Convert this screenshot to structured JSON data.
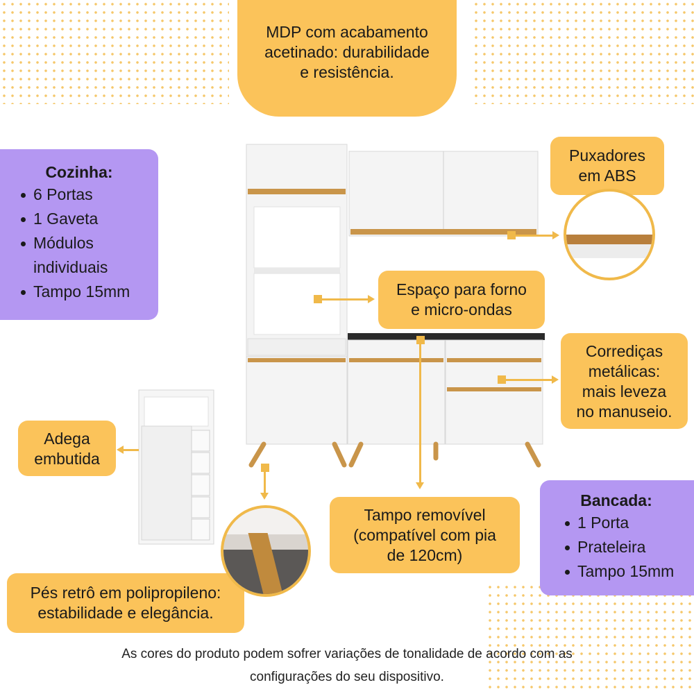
{
  "top_callout": {
    "lines": [
      "MDP com acabamento",
      "acetinado: durabilidade",
      "e resistência."
    ]
  },
  "cozinha": {
    "title": "Cozinha:",
    "items": [
      "6 Portas",
      "1 Gaveta",
      "Módulos individuais",
      "Tampo 15mm"
    ]
  },
  "puxadores": {
    "lines": [
      "Puxadores",
      "em ABS"
    ]
  },
  "espaco": {
    "lines": [
      "Espaço para forno",
      "e micro-ondas"
    ]
  },
  "corredicas": {
    "lines": [
      "Corrediças",
      "metálicas:",
      "mais leveza",
      "no manuseio."
    ]
  },
  "adega": {
    "lines": [
      "Adega",
      "embutida"
    ]
  },
  "tampo": {
    "lines": [
      "Tampo removível",
      "(compatível com pia",
      "de 120cm)"
    ]
  },
  "bancada": {
    "title": "Bancada:",
    "items": [
      "1 Porta",
      "Prateleira",
      "Tampo 15mm"
    ]
  },
  "pes": {
    "lines": [
      "Pés retrô em polipropileno:",
      "estabilidade e elegância."
    ]
  },
  "footer": {
    "lines": [
      "As cores do produto podem sofrer variações de tonalidade de acordo com as",
      "configurações do seu dispositivo."
    ]
  },
  "colors": {
    "yellow": "#fbc35a",
    "purple": "#b497f2",
    "wood": "#c9954a",
    "cabinet": "#f4f4f4",
    "countertop": "#2b2b2b"
  }
}
